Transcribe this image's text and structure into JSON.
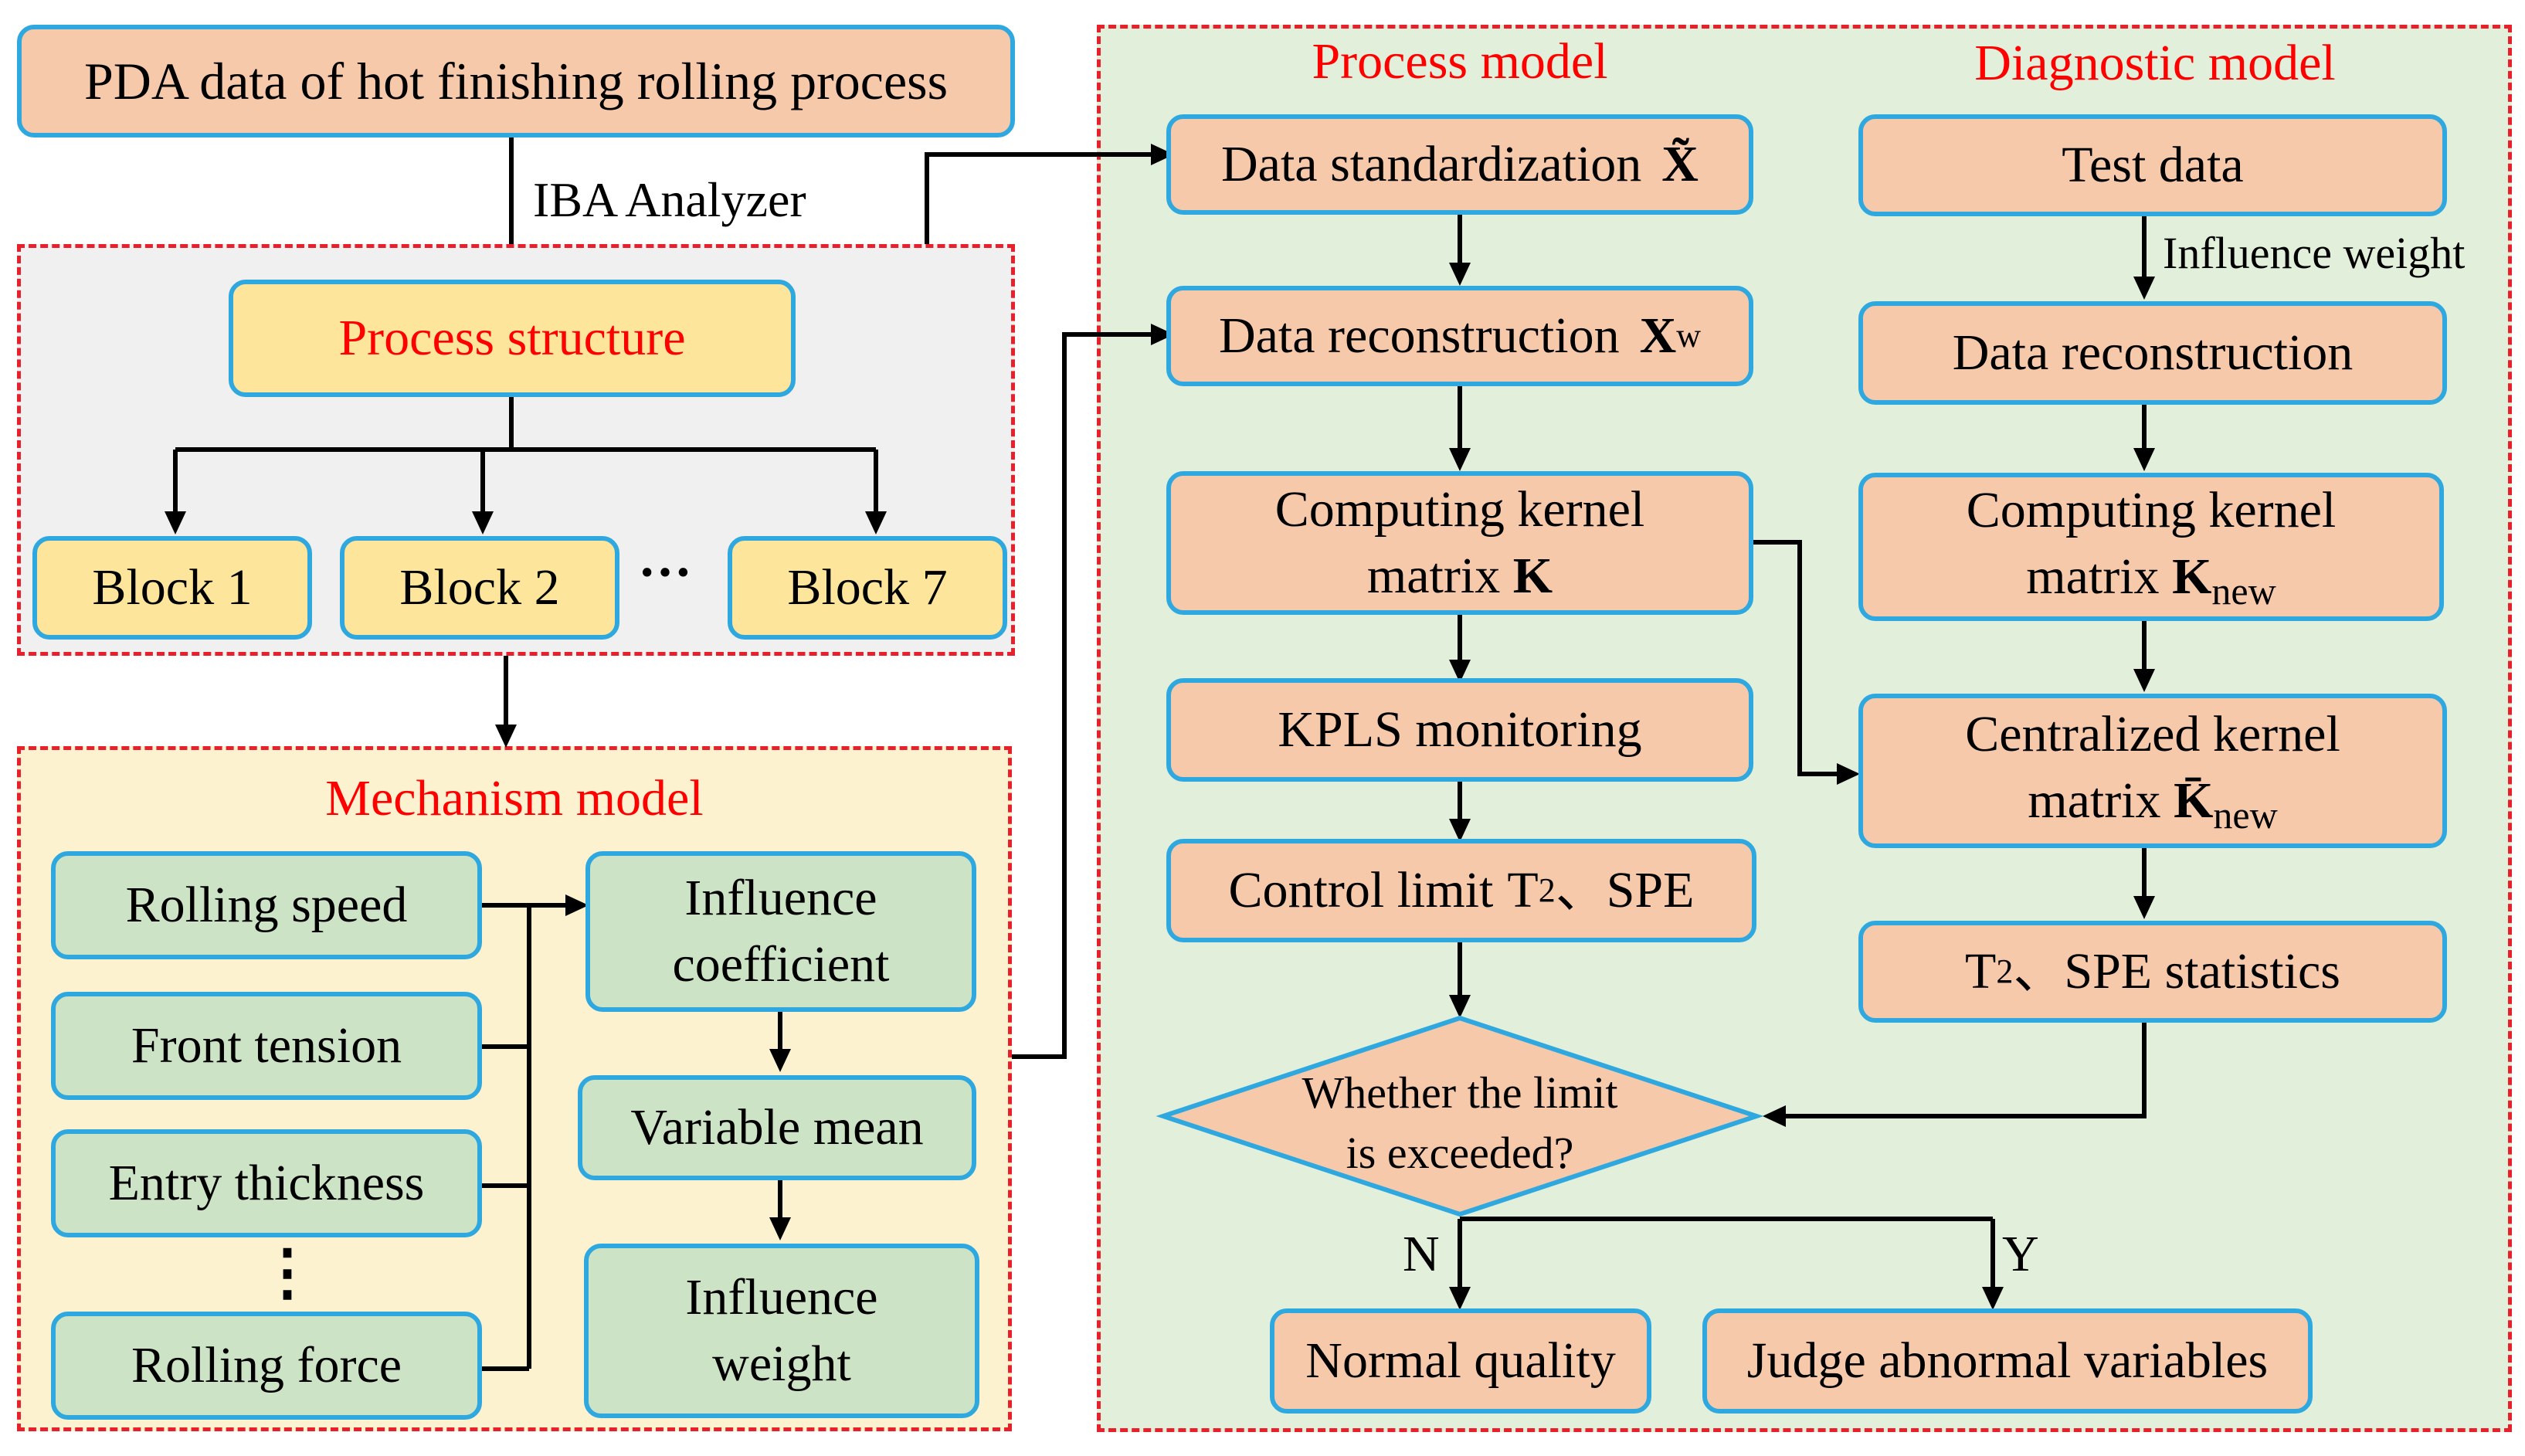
{
  "top": {
    "source_box": "PDA data of hot finishing rolling process",
    "iba_label": "IBA Analyzer"
  },
  "structure": {
    "title": "Process structure",
    "blocks": [
      "Block 1",
      "Block 2",
      "Block 7"
    ],
    "ellipsis": "···"
  },
  "mechanism": {
    "title": "Mechanism model",
    "inputs": [
      "Rolling speed",
      "Front tension",
      "Entry thickness",
      "Rolling force"
    ],
    "vdots": "⋮",
    "influence_coefficient": "Influence coefficient",
    "variable_mean": "Variable mean",
    "influence_weight": "Influence weight"
  },
  "process_model": {
    "title": "Process model",
    "standardization": "Data standardization",
    "standardization_symbol": "X̃",
    "reconstruction": "Data reconstruction",
    "reconstruction_symbol": "X",
    "reconstruction_sup": "w",
    "kernel_line1": "Computing kernel",
    "kernel_line2": "matrix",
    "kernel_symbol": "K",
    "kpls": "KPLS monitoring",
    "control_limit": "Control limit",
    "control_limit_symbol": "T",
    "control_limit_sup": "2",
    "control_limit_tail": "、SPE",
    "decision_line1": "Whether the limit",
    "decision_line2": "is exceeded?",
    "no_label": "N",
    "yes_label": "Y",
    "normal": "Normal quality",
    "abnormal": "Judge abnormal variables"
  },
  "diagnostic_model": {
    "title": "Diagnostic model",
    "test_data": "Test data",
    "influence_weight_label": "Influence weight",
    "reconstruction": "Data reconstruction",
    "kernel_line1": "Computing kernel",
    "kernel_line2": "matrix",
    "kernel_symbol": "K",
    "kernel_sub": "new",
    "central_line1": "Centralized kernel",
    "central_line2": "matrix",
    "central_symbol": "K̄",
    "central_sub": "new",
    "stats_symbol": "T",
    "stats_sup": "2",
    "stats_tail": "、SPE statistics"
  },
  "colors": {
    "border_blue": "#2fa8e0",
    "salmon": "#f7c9ab",
    "yellow": "#fde59b",
    "green": "#cce3c5",
    "dashed_red": "#e8202b",
    "title_red": "#ff0000",
    "grey_region": "#f0f0f0",
    "cream_region": "#fdf2d0",
    "green_region": "#e2efda"
  }
}
